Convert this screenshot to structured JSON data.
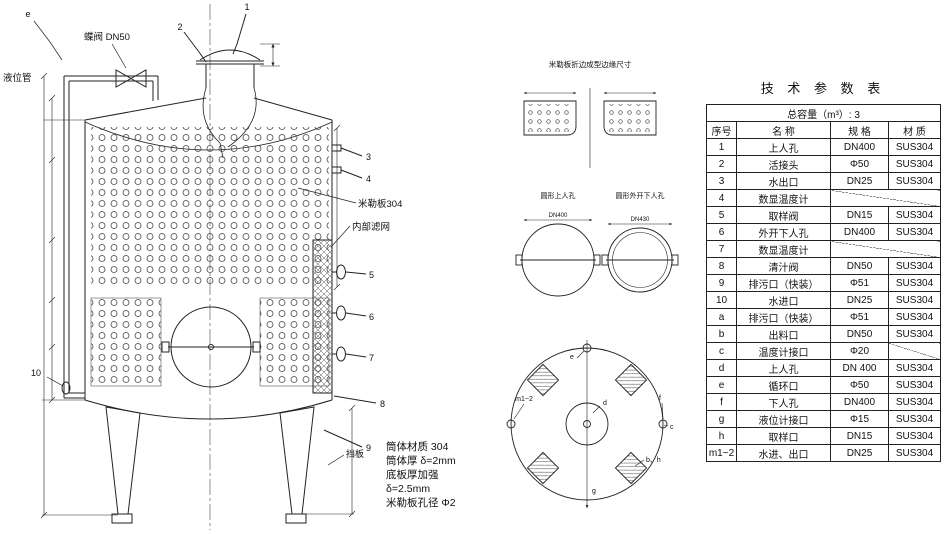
{
  "main_drawing": {
    "callouts": {
      "c1": "1",
      "c2": "2",
      "c3": "3",
      "c4": "4",
      "c5": "5",
      "c6": "6",
      "c7": "7",
      "c8": "8",
      "c9": "9",
      "c10": "10",
      "e": "e"
    },
    "labels": {
      "butterfly_valve": "蝶阀 DN50",
      "level_tube": "液位管",
      "miller_plate": "米勒板304",
      "inner_filter": "内部滤网",
      "baffle": "挡板"
    },
    "notes": {
      "line1": "筒体材质 304",
      "line2": "筒体厚 δ=2mm",
      "line3": "底板厚加强",
      "line4": "δ=2.5mm",
      "line5": "米勒板孔径 Φ2"
    }
  },
  "details": {
    "edge_section_title": "米勒板折边成型边缘尺寸",
    "top_manhole_label": "圆形上人孔",
    "bottom_manhole_label": "圆形外开下人孔",
    "top_manhole_dn": "DN400",
    "bottom_manhole_dn": "DN430",
    "plan_labels": {
      "m": "m1~2",
      "e": "e",
      "d": "d",
      "f": "f",
      "c": "c",
      "bh": "b、h",
      "g": "g"
    }
  },
  "table": {
    "title": "技 术 参 数 表",
    "capacity": "总容量（m³）: 3",
    "headers": [
      "序号",
      "名  称",
      "规  格",
      "材  质"
    ],
    "rows": [
      {
        "no": "1",
        "name": "上人孔",
        "spec": "DN400",
        "material": "SUS304"
      },
      {
        "no": "2",
        "name": "活接头",
        "spec": "Φ50",
        "material": "SUS304"
      },
      {
        "no": "3",
        "name": "水出口",
        "spec": "DN25",
        "material": "SUS304"
      },
      {
        "no": "4",
        "name": "数显温度计",
        "spec": null,
        "material": null
      },
      {
        "no": "5",
        "name": "取样阀",
        "spec": "DN15",
        "material": "SUS304"
      },
      {
        "no": "6",
        "name": "外开下人孔",
        "spec": "DN400",
        "material": "SUS304"
      },
      {
        "no": "7",
        "name": "数显温度计",
        "spec": null,
        "material": null
      },
      {
        "no": "8",
        "name": "清汁阀",
        "spec": "DN50",
        "material": "SUS304"
      },
      {
        "no": "9",
        "name": "排污口（快装）",
        "spec": "Φ51",
        "material": "SUS304"
      },
      {
        "no": "10",
        "name": "水进口",
        "spec": "DN25",
        "material": "SUS304"
      },
      {
        "no": "a",
        "name": "排污口（快装）",
        "spec": "Φ51",
        "material": "SUS304"
      },
      {
        "no": "b",
        "name": "出料口",
        "spec": "DN50",
        "material": "SUS304"
      },
      {
        "no": "c",
        "name": "温度计接口",
        "spec": "Φ20",
        "material": null
      },
      {
        "no": "d",
        "name": "上人孔",
        "spec": "DN 400",
        "material": "SUS304"
      },
      {
        "no": "e",
        "name": "循环口",
        "spec": "Φ50",
        "material": "SUS304"
      },
      {
        "no": "f",
        "name": "下人孔",
        "spec": "DN400",
        "material": "SUS304"
      },
      {
        "no": "g",
        "name": "液位计接口",
        "spec": "Φ15",
        "material": "SUS304"
      },
      {
        "no": "h",
        "name": "取样口",
        "spec": "DN15",
        "material": "SUS304"
      },
      {
        "no": "m1~2",
        "name": "水进、出口",
        "spec": "DN25",
        "material": "SUS304"
      }
    ]
  }
}
